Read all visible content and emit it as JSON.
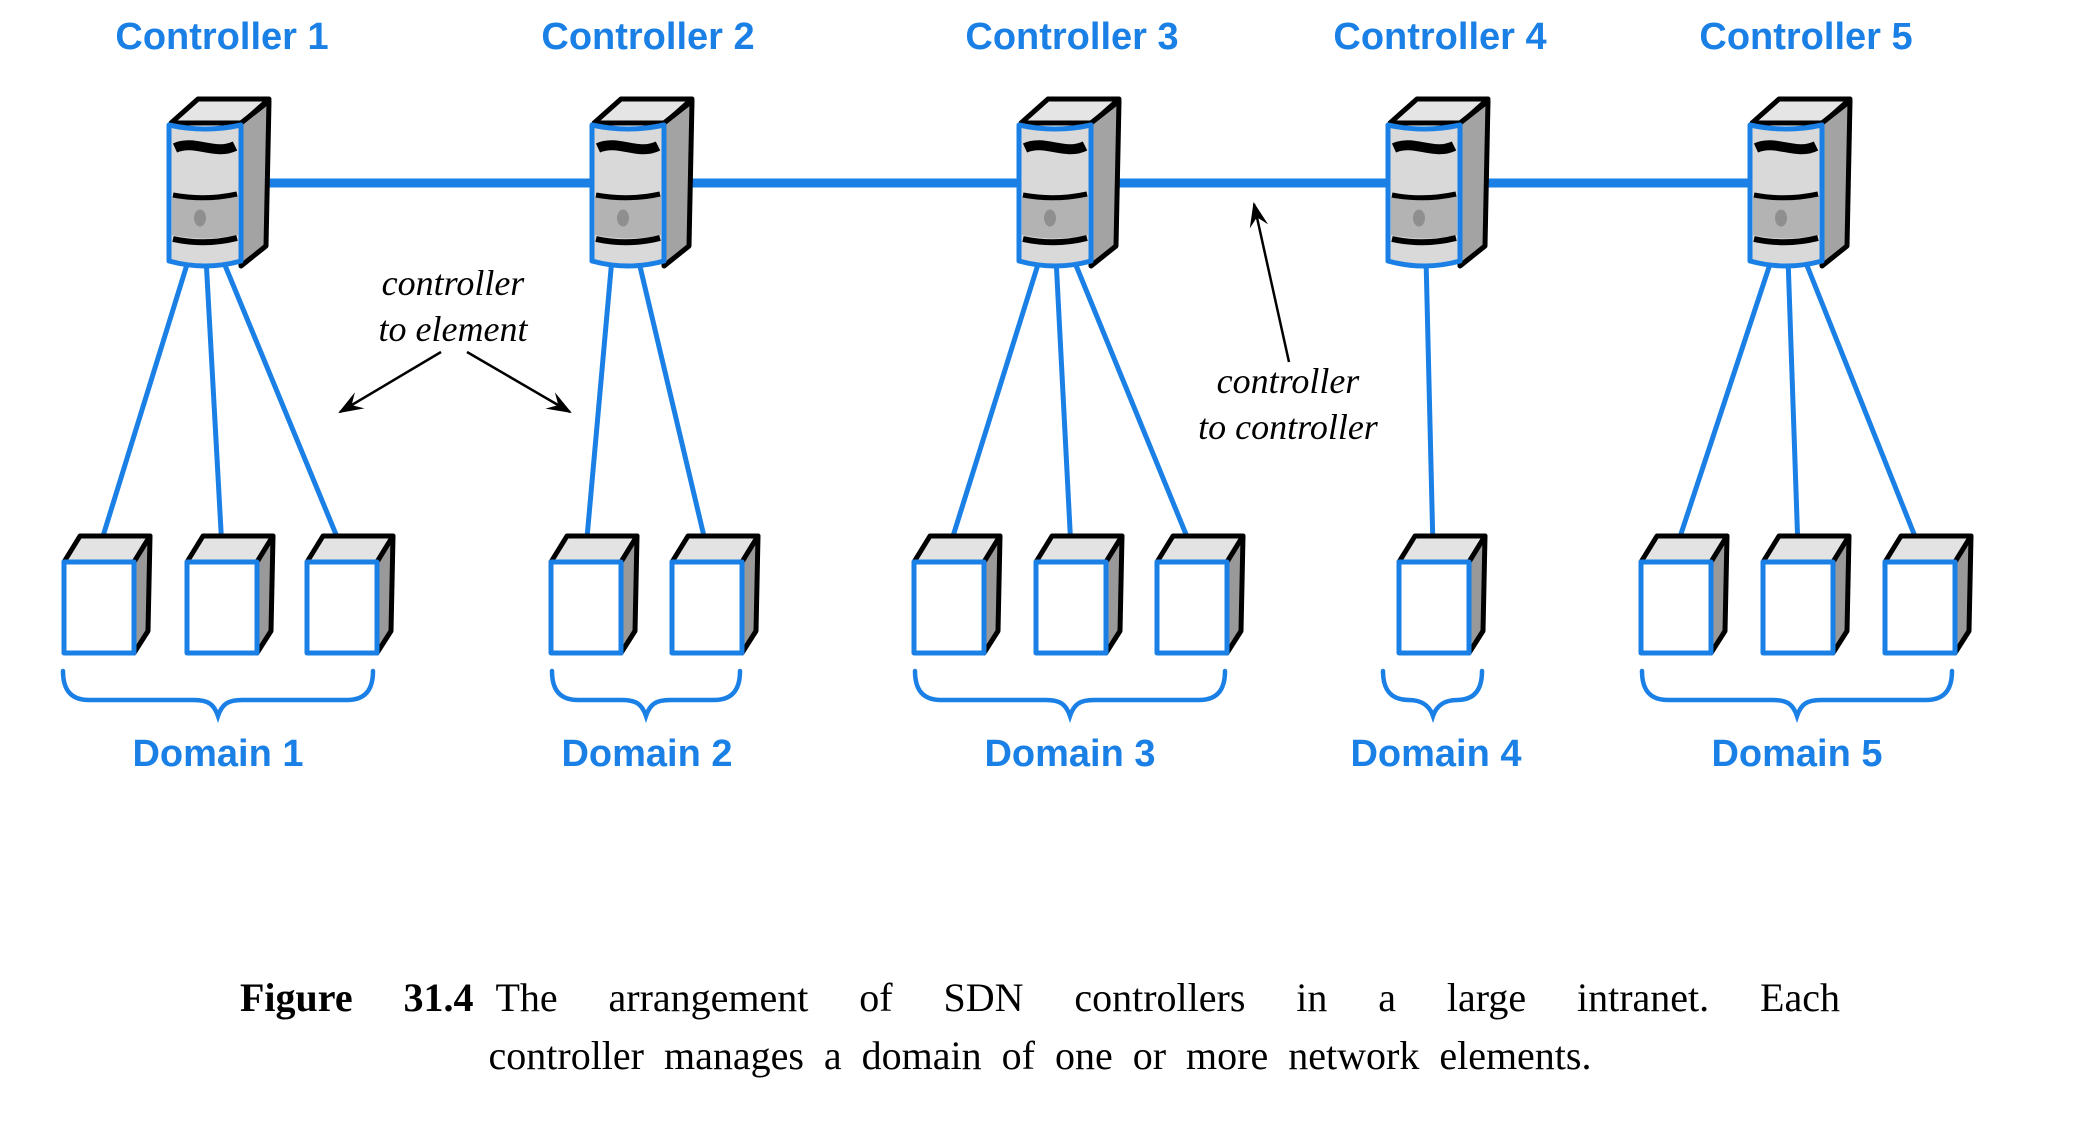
{
  "figure": {
    "controllers": [
      {
        "label": "Controller 1"
      },
      {
        "label": "Controller 2"
      },
      {
        "label": "Controller 3"
      },
      {
        "label": "Controller 4"
      },
      {
        "label": "Controller 5"
      }
    ],
    "domains": [
      {
        "label": "Domain 1",
        "element_count": 3
      },
      {
        "label": "Domain 2",
        "element_count": 2
      },
      {
        "label": "Domain 3",
        "element_count": 3
      },
      {
        "label": "Domain 4",
        "element_count": 1
      },
      {
        "label": "Domain 5",
        "element_count": 3
      }
    ],
    "annotations": {
      "controller_to_element": {
        "line1": "controller",
        "line2": "to element"
      },
      "controller_to_controller": {
        "line1": "controller",
        "line2": "to controller"
      }
    },
    "caption": {
      "figure_label": "Figure 31.4",
      "line1": "The arrangement of SDN controllers in a large intranet.  Each",
      "line2": "controller manages a domain of one or more network elements."
    },
    "colors": {
      "blue": "#1a80e6",
      "tower_front": "#d9d9d9",
      "tower_side": "#a3a3a3",
      "tower_top": "#e5e5e5",
      "tower_band": "#b3b3b3",
      "box_side": "#999999",
      "box_top": "#e3e3e3",
      "annotation_black": "#000000"
    }
  }
}
